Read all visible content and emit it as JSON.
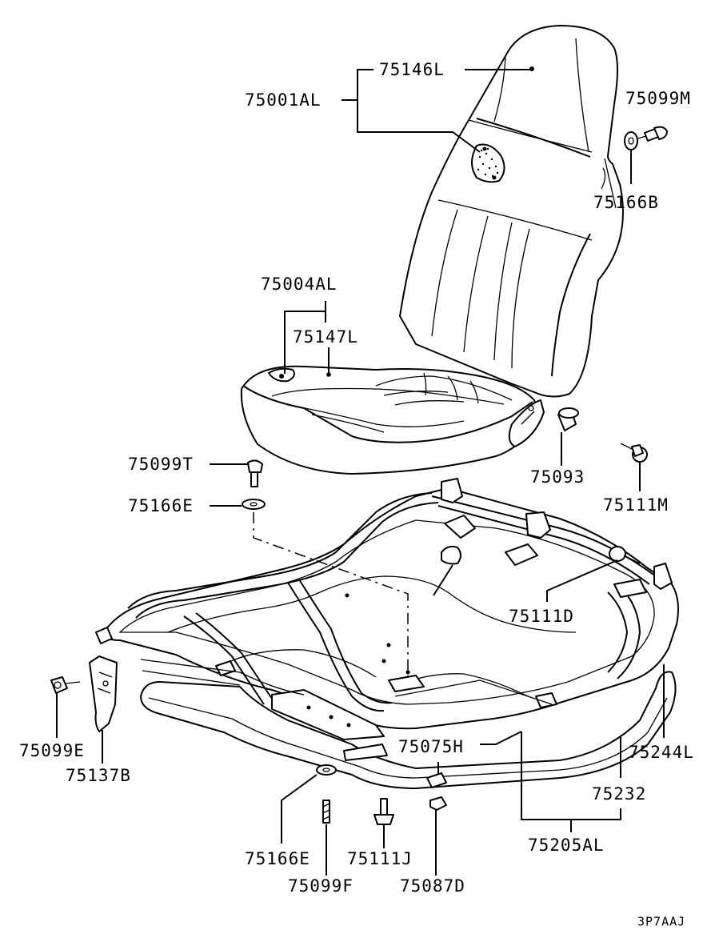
{
  "diagram_ref": "3P7AAJ",
  "parts": {
    "p75146L": "75146L",
    "p75001AL": "75001AL",
    "p75099M": "75099M",
    "p75166B": "75166B",
    "p75004AL": "75004AL",
    "p75147L": "75147L",
    "p75099T": "75099T",
    "p75166E_top": "75166E",
    "p75093": "75093",
    "p75111M": "75111M",
    "p75111D": "75111D",
    "p75099E": "75099E",
    "p75137B": "75137B",
    "p75075H": "75075H",
    "p75244L": "75244L",
    "p75232": "75232",
    "p75205AL": "75205AL",
    "p75166E_bottom": "75166E",
    "p75111J": "75111J",
    "p75099F": "75099F",
    "p75087D": "75087D"
  }
}
